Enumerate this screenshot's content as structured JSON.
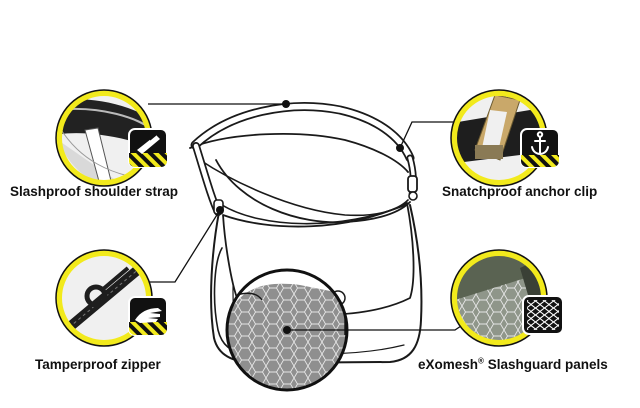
{
  "features": {
    "strap": {
      "label": "Slashproof shoulder strap"
    },
    "anchor": {
      "label": "Snatchproof anchor clip"
    },
    "zipper": {
      "label": "Tamperproof zipper"
    },
    "mesh": {
      "label_prefix": "eXomesh",
      "label_mark": "®",
      "label_suffix": " Slashguard panels"
    }
  },
  "colors": {
    "outline": "#1a1a1a",
    "accent_yellow": "#f2ea1c",
    "badge_black": "#111111",
    "mesh_panel": "#8f8f8f",
    "mesh_detail": "#58604f"
  },
  "icons": {
    "strap_badge": "box-cutter-icon",
    "anchor_badge": "anchor-icon",
    "zipper_badge": "hand-icon",
    "mesh_badge": "mesh-icon"
  }
}
